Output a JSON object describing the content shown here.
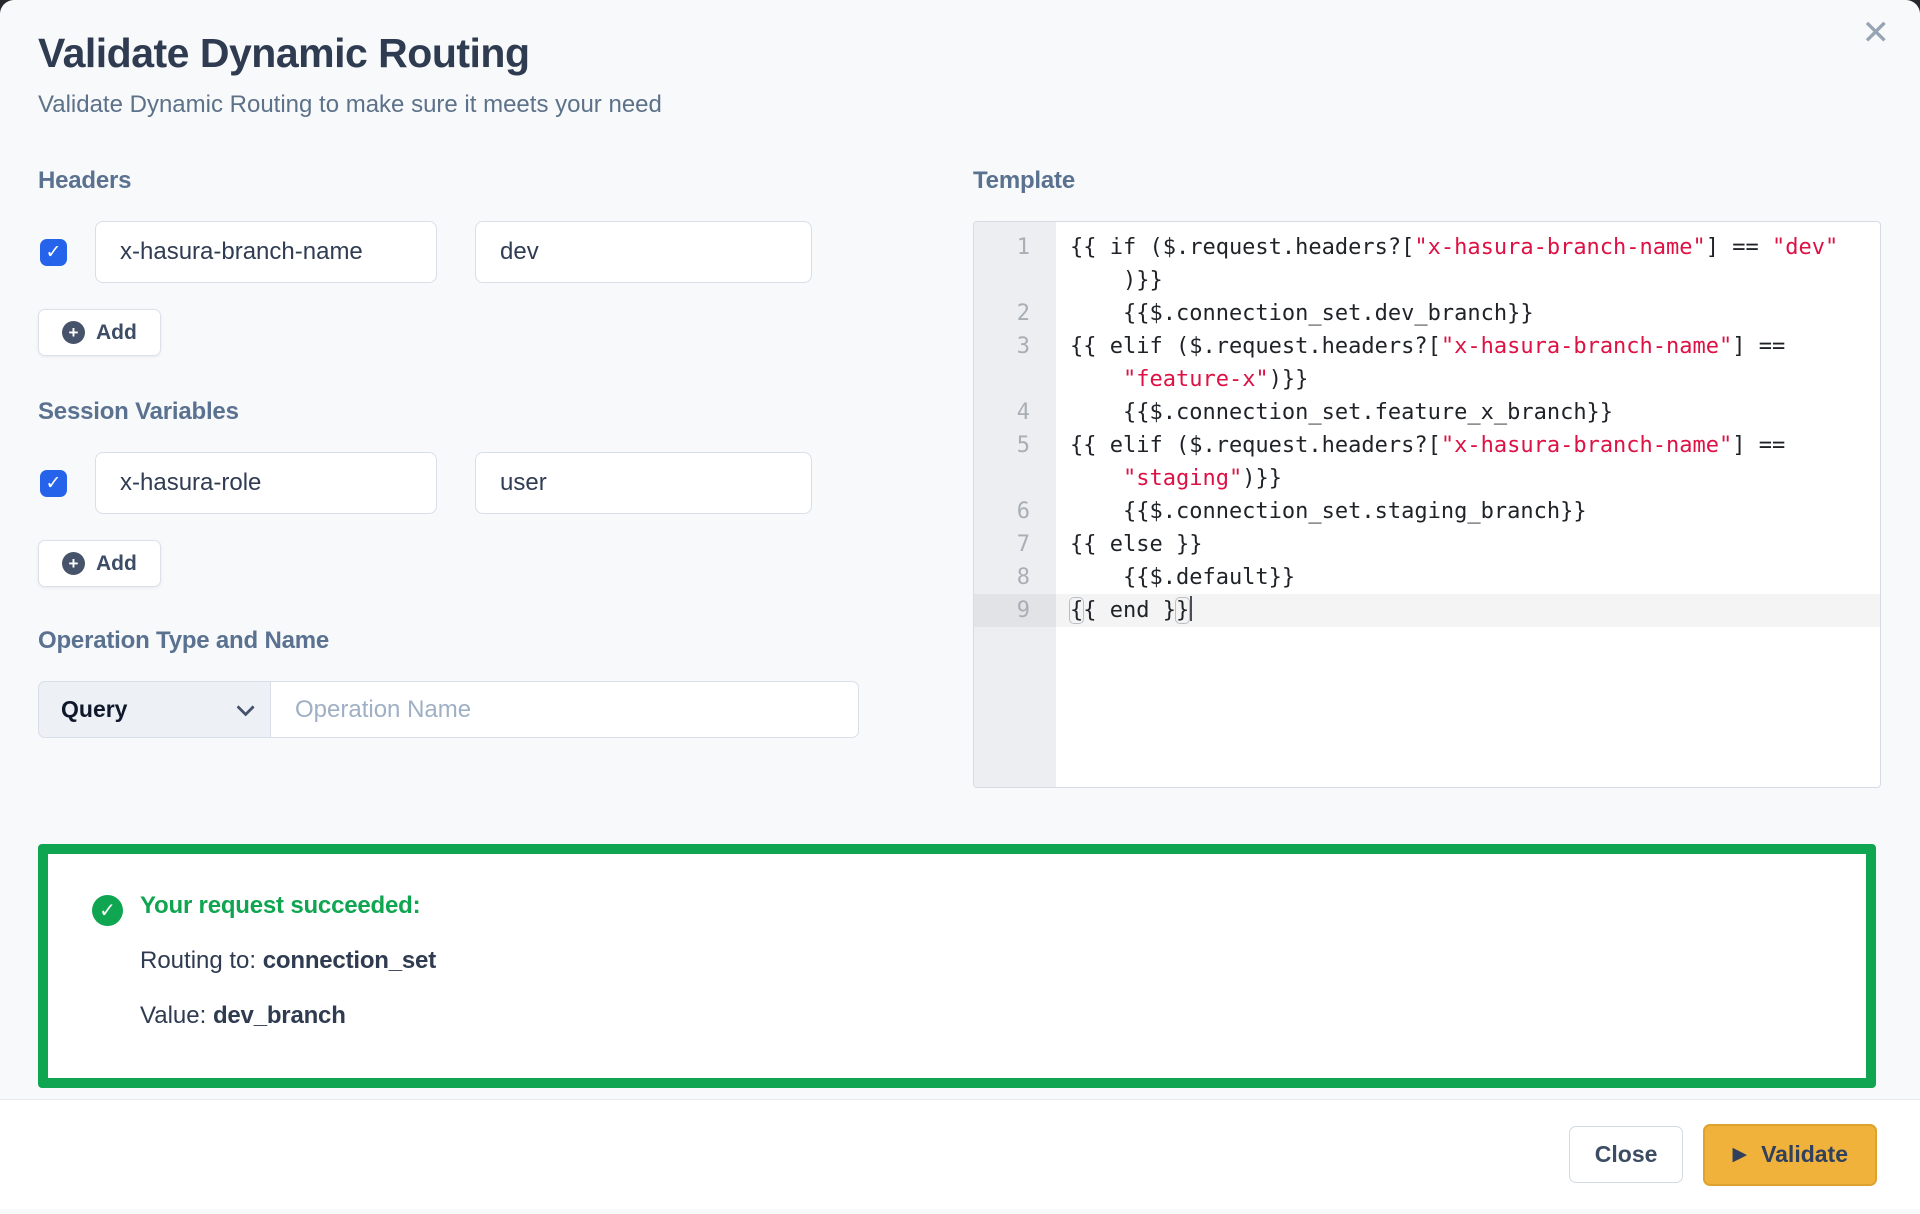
{
  "modal": {
    "title": "Validate Dynamic Routing",
    "subtitle": "Validate Dynamic Routing to make sure it meets your need",
    "close_icon": "✕"
  },
  "headers_section": {
    "label": "Headers",
    "add_label": "Add",
    "add_icon": "+",
    "check_icon": "✓",
    "rows": [
      {
        "checked": true,
        "key": "x-hasura-branch-name",
        "value": "dev"
      }
    ]
  },
  "session_section": {
    "label": "Session Variables",
    "add_label": "Add",
    "add_icon": "+",
    "check_icon": "✓",
    "rows": [
      {
        "checked": true,
        "key": "x-hasura-role",
        "value": "user"
      }
    ]
  },
  "operation_section": {
    "label": "Operation Type and Name",
    "type_value": "Query",
    "name_placeholder": "Operation Name"
  },
  "template_section": {
    "label": "Template",
    "string_color": "#dd1144",
    "rows": [
      {
        "num": "1",
        "segments": [
          {
            "t": "{{ if ($.request.headers?[",
            "c": "code"
          },
          {
            "t": "\"x-hasura-branch-name\"",
            "c": "str"
          },
          {
            "t": "] == ",
            "c": "code"
          },
          {
            "t": "\"dev\"",
            "c": "str"
          }
        ]
      },
      {
        "num": "",
        "segments": [
          {
            "t": "    )}}",
            "c": "code"
          }
        ]
      },
      {
        "num": "2",
        "segments": [
          {
            "t": "    {{$.connection_set.dev_branch}}",
            "c": "code"
          }
        ]
      },
      {
        "num": "3",
        "segments": [
          {
            "t": "{{ elif ($.request.headers?[",
            "c": "code"
          },
          {
            "t": "\"x-hasura-branch-name\"",
            "c": "str"
          },
          {
            "t": "] ==",
            "c": "code"
          }
        ]
      },
      {
        "num": "",
        "segments": [
          {
            "t": "    ",
            "c": "code"
          },
          {
            "t": "\"feature-x\"",
            "c": "str"
          },
          {
            "t": ")}}",
            "c": "code"
          }
        ]
      },
      {
        "num": "4",
        "segments": [
          {
            "t": "    {{$.connection_set.feature_x_branch}}",
            "c": "code"
          }
        ]
      },
      {
        "num": "5",
        "segments": [
          {
            "t": "{{ elif ($.request.headers?[",
            "c": "code"
          },
          {
            "t": "\"x-hasura-branch-name\"",
            "c": "str"
          },
          {
            "t": "] ==",
            "c": "code"
          }
        ]
      },
      {
        "num": "",
        "segments": [
          {
            "t": "    ",
            "c": "code"
          },
          {
            "t": "\"staging\"",
            "c": "str"
          },
          {
            "t": ")}}",
            "c": "code"
          }
        ]
      },
      {
        "num": "6",
        "segments": [
          {
            "t": "    {{$.connection_set.staging_branch}}",
            "c": "code"
          }
        ]
      },
      {
        "num": "7",
        "segments": [
          {
            "t": "{{ else }}",
            "c": "code"
          }
        ]
      },
      {
        "num": "8",
        "segments": [
          {
            "t": "    {{$.default}}",
            "c": "code"
          }
        ]
      },
      {
        "num": "9",
        "active": true,
        "cursor": true,
        "segments": [
          {
            "t": "{",
            "c": "bracket"
          },
          {
            "t": "{ end }",
            "c": "code"
          },
          {
            "t": "}",
            "c": "bracket"
          }
        ]
      }
    ]
  },
  "result_box": {
    "success_icon": "✓",
    "title": "Your request succeeded:",
    "routing_label": "Routing to: ",
    "routing_value": "connection_set",
    "value_label": "Value: ",
    "value_value": "dev_branch",
    "accent_color": "#10a551"
  },
  "footer": {
    "close_label": "Close",
    "validate_label": "Validate",
    "validate_icon": "▶",
    "validate_color": "#f1b23c"
  }
}
